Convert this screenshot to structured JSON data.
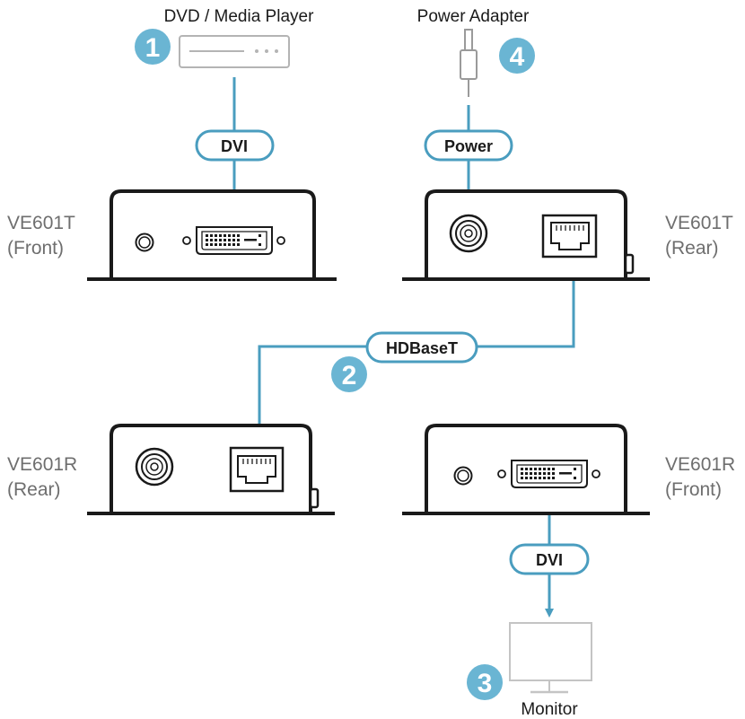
{
  "devices": {
    "source_label": "DVD / Media Player",
    "power_label": "Power Adapter",
    "monitor_label": "Monitor",
    "tx_front_model": "VE601T",
    "tx_front_side": "(Front)",
    "tx_rear_model": "VE601T",
    "tx_rear_side": "(Rear)",
    "rx_rear_model": "VE601R",
    "rx_rear_side": "(Rear)",
    "rx_front_model": "VE601R",
    "rx_front_side": "(Front)"
  },
  "cables": {
    "dvi_in": "DVI",
    "power": "Power",
    "hdbaset": "HDBaseT",
    "dvi_out": "DVI"
  },
  "steps": {
    "one": "1",
    "two": "2",
    "three": "3",
    "four": "4"
  },
  "colors": {
    "accent": "#4a9dbf",
    "step_badge": "#6ab5d3",
    "outline": "#1a1a1a",
    "label_gray": "#6e6e6e"
  }
}
